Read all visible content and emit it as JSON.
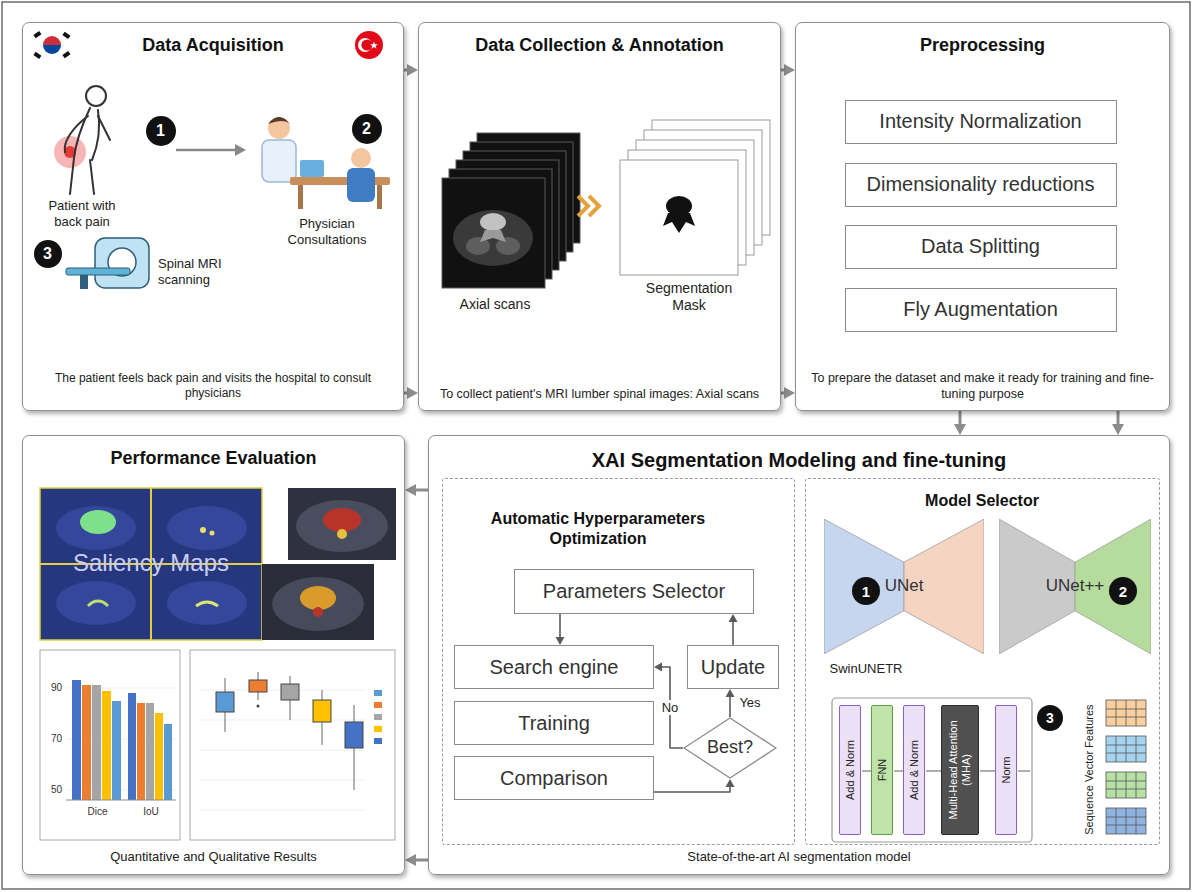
{
  "diagram": {
    "nodes": [
      {
        "text": [
          "Data Acquisition",
          "The patient feels back pain and visits the hospital to consult physicians"
        ]
      },
      {
        "text": [
          "1"
        ],
        "in": 0
      },
      {
        "text": [
          "2"
        ],
        "in": 0
      },
      {
        "text": [
          "3"
        ],
        "in": 0
      },
      {
        "text": [
          "Data Collection & Annotation",
          "To collect patient's MRI lumber spinal images: Axial scans"
        ]
      },
      {
        "text": [
          "Preprocessing",
          "To prepare the dataset and make it ready for training and fine-tuning purpose"
        ]
      },
      {
        "text": [
          "Intensity Normalization"
        ],
        "in": 5
      },
      {
        "text": [
          "Dimensionality reductions"
        ],
        "in": 5
      },
      {
        "text": [
          "Data Splitting"
        ],
        "in": 5
      },
      {
        "text": [
          "Fly Augmentation"
        ],
        "in": 5
      },
      {
        "text": [
          "Performance Evaluation",
          "Quantitative and Qualitative Results"
        ]
      },
      {
        "text": [
          "XAI Segmentation Modeling and fine-tuning",
          "State-of-the-art AI segmentation model"
        ]
      },
      {
        "text": [
          "Automatic Hyperparameters Optimization"
        ],
        "in": 11
      },
      {
        "text": [
          "Parameters Selector"
        ],
        "in": 12
      },
      {
        "text": [
          "Search engine"
        ],
        "in": 12
      },
      {
        "text": [
          "Training"
        ],
        "in": 12
      },
      {
        "text": [
          "Comparison"
        ],
        "in": 12
      },
      {
        "text": [
          "Update"
        ],
        "in": 12
      },
      {
        "text": [
          "Best?"
        ],
        "in": 12
      },
      {
        "text": [
          "Model Selector"
        ],
        "in": 11
      },
      {
        "text": [
          "UNet"
        ],
        "in": 19
      },
      {
        "text": [
          "1"
        ],
        "in": 19
      },
      {
        "text": [
          "UNet++"
        ],
        "in": 19
      },
      {
        "text": [
          "2"
        ],
        "in": 19
      },
      {
        "text": [
          "Add & Norm"
        ],
        "in": 19
      },
      {
        "text": [
          "FNN"
        ],
        "in": 19
      },
      {
        "text": [
          "Add & Norm"
        ],
        "in": 19
      },
      {
        "text": [
          "Multi-Head Attention (MHA)"
        ],
        "in": 19
      },
      {
        "text": [
          "Norm"
        ],
        "in": 19
      },
      {
        "text": [
          "3"
        ],
        "in": 19
      }
    ],
    "edges": [
      {
        "from": 0,
        "to": 4,
        "arrow": "to"
      },
      {
        "from": 0,
        "to": 4,
        "arrow": "to"
      },
      {
        "from": 4,
        "to": 5,
        "arrow": "to"
      },
      {
        "from": 4,
        "to": 5,
        "arrow": "to"
      },
      {
        "from": 5,
        "to": 11,
        "arrow": "to"
      },
      {
        "from": 5,
        "to": 11,
        "arrow": "to"
      },
      {
        "from": 11,
        "to": 10,
        "arrow": "to"
      },
      {
        "from": 11,
        "to": 10,
        "arrow": "to"
      },
      {
        "from": 13,
        "to": 14,
        "arrow": "to"
      },
      {
        "from": 16,
        "to": 18,
        "arrow": "to"
      },
      {
        "from": 18,
        "to": 17,
        "arrow": "to",
        "label": "Yes"
      },
      {
        "from": 17,
        "to": 13,
        "arrow": "to"
      },
      {
        "from": 18,
        "to": 14,
        "arrow": "to",
        "label": "No"
      }
    ],
    "labels": [
      "Patient with back pain",
      "Physician Consultations",
      "Spinal MRI scanning",
      "Axial scans",
      "Segmentation Mask",
      "Saliency Maps",
      "90",
      "70",
      "50",
      "Dice",
      "IoU",
      "SwinUNETR",
      "Sequence Vector Features"
    ]
  }
}
